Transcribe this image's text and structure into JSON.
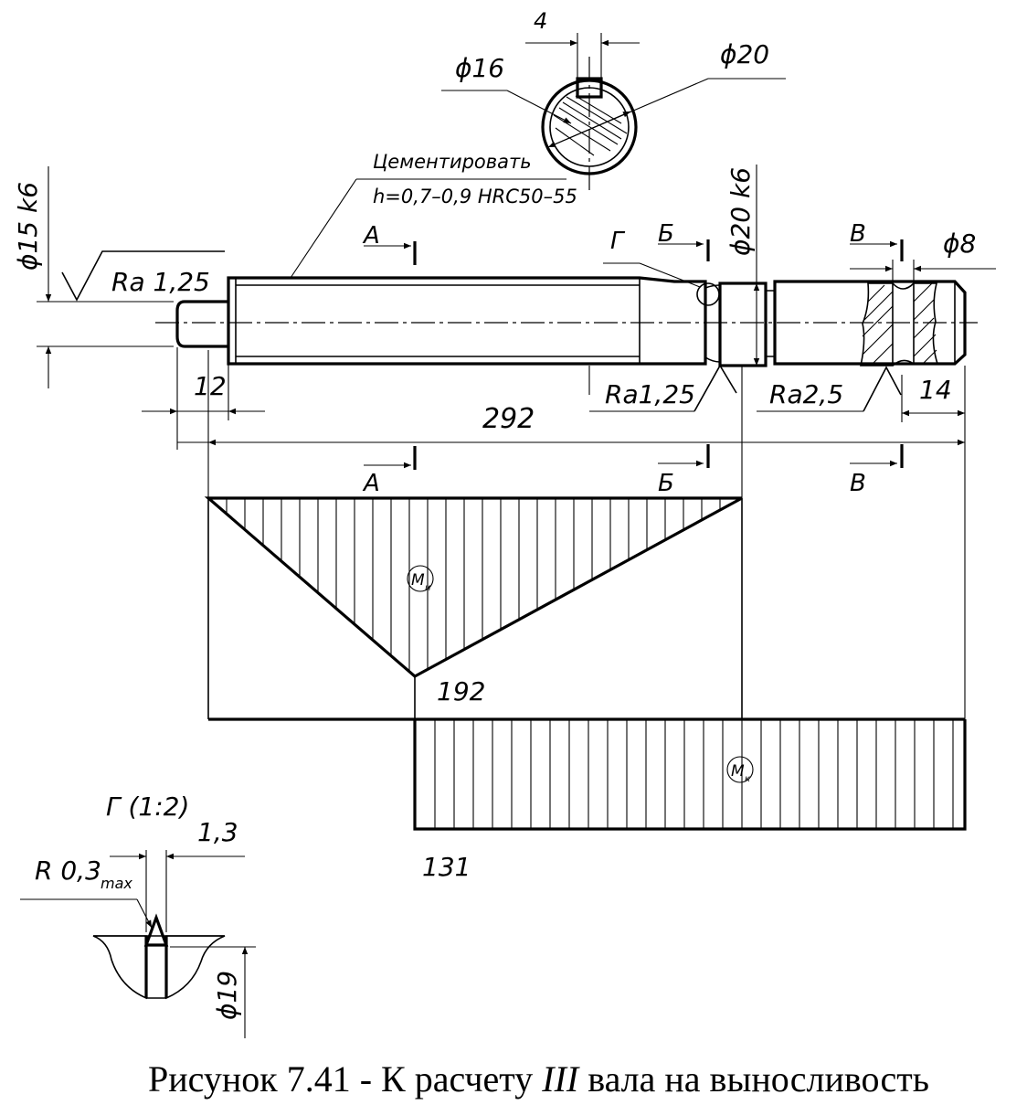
{
  "labels": {
    "key_width": "4",
    "dia_16": "ϕ16",
    "dia_20": "ϕ20",
    "harden_line1": "Цементировать",
    "harden_line2": "h=0,7–0,9 HRC50–55",
    "dia_15k6": "ϕ15 k6",
    "ra_125_left": "Ra 1,25",
    "dia_20k6": "ϕ20 k6",
    "dia_8": "ϕ8",
    "section_a": "A",
    "section_b": "Б",
    "section_v": "В",
    "detail_g": "Г",
    "len_12": "12",
    "ra_125_mid": "Ra1,25",
    "ra_25": "Ra2,5",
    "len_14": "14",
    "len_292": "292",
    "moment_bend_max": "192",
    "moment_bend_symbol": "M",
    "moment_bend_sub": "и",
    "moment_torque_symbol": "M",
    "moment_torque_sub": "к",
    "moment_torque_value": "131",
    "detail_title": "Г (1:2)",
    "detail_13": "1,3",
    "detail_radius": "R 0,3",
    "detail_radius_sub": "max",
    "detail_dia19": "ϕ19"
  },
  "caption": {
    "prefix": "Рисунок 7.41 - К расчету ",
    "roman": "III",
    "suffix": " вала на выносливость"
  }
}
